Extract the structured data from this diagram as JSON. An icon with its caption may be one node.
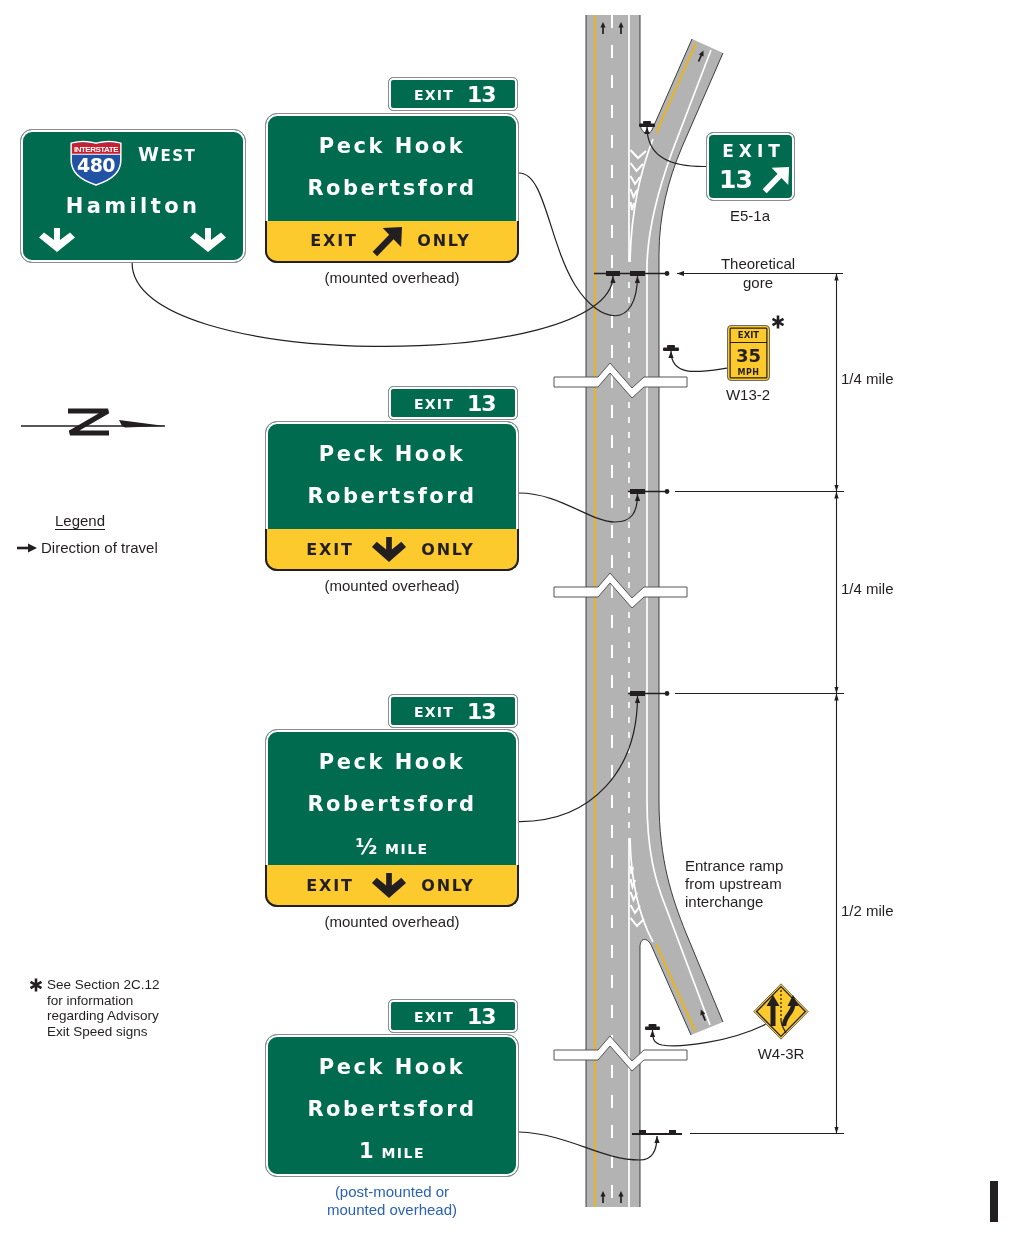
{
  "diagram": {
    "nodes": [
      {
        "text": [
          "WEST",
          "Hamilton"
        ]
      },
      {
        "text": [
          "INTERSTATE",
          "480"
        ],
        "in": 0
      },
      {
        "text": [
          "EXIT",
          "13"
        ]
      },
      {
        "text": [
          "Peck Hook",
          "Robertsford"
        ],
        "beside": [
          "(mounted overhead)"
        ]
      },
      {
        "text": [
          "EXIT",
          "ONLY"
        ],
        "in": 3
      },
      {
        "text": [
          "EXIT",
          "13"
        ],
        "beside": [
          "E5-1a"
        ]
      },
      {
        "text": [],
        "shape": "bar"
      },
      {
        "text": [],
        "shape": "bar"
      },
      {
        "text": [],
        "shape": "bar"
      },
      {
        "text": [
          "EXIT",
          "35",
          "MPH"
        ],
        "beside": [
          "W13-2"
        ]
      },
      {
        "text": [],
        "shape": "bar"
      },
      {
        "text": [
          "EXIT",
          "13"
        ]
      },
      {
        "text": [
          "Peck Hook",
          "Robertsford"
        ],
        "beside": [
          "(mounted overhead)"
        ]
      },
      {
        "text": [
          "EXIT",
          "ONLY"
        ],
        "in": 12
      },
      {
        "text": [],
        "shape": "bar"
      },
      {
        "text": [
          "EXIT",
          "13"
        ]
      },
      {
        "text": [
          "Peck Hook",
          "Robertsford",
          "½ MILE"
        ],
        "beside": [
          "(mounted overhead)"
        ]
      },
      {
        "text": [
          "EXIT",
          "ONLY"
        ],
        "in": 16
      },
      {
        "text": [],
        "shape": "bar"
      },
      {
        "text": [],
        "shape": "diamond",
        "beside": [
          "W4-3R"
        ]
      },
      {
        "text": [],
        "shape": "bar"
      },
      {
        "text": [
          "EXIT",
          "13"
        ]
      },
      {
        "text": [
          "Peck Hook",
          "Robertsford",
          "1 MILE"
        ],
        "beside": [
          "(post-mounted or mounted overhead)"
        ]
      },
      {
        "text": [],
        "shape": "bar"
      }
    ],
    "edges": [
      {
        "from": 0,
        "to": 7,
        "arrow": "to"
      },
      {
        "from": 3,
        "to": 8,
        "arrow": "to"
      },
      {
        "from": 5,
        "to": 6,
        "arrow": "to"
      },
      {
        "from": 9,
        "to": 10,
        "arrow": "to"
      },
      {
        "from": 12,
        "to": 14,
        "arrow": "to"
      },
      {
        "from": 16,
        "to": 18,
        "arrow": "to"
      },
      {
        "from": 19,
        "to": 20,
        "arrow": "to"
      },
      {
        "from": 22,
        "to": 23,
        "arrow": "to"
      }
    ],
    "labels": [
      "Theoretical gore",
      "1/4 mile",
      "Legend",
      "1/4 mile",
      "Entrance ramp from upstream interchange",
      "1/2 mile",
      "See Section 2C.12 for information regarding Advisory Exit Speed signs"
    ],
    "legend": [
      {
        "text": "Direction of travel"
      }
    ]
  }
}
